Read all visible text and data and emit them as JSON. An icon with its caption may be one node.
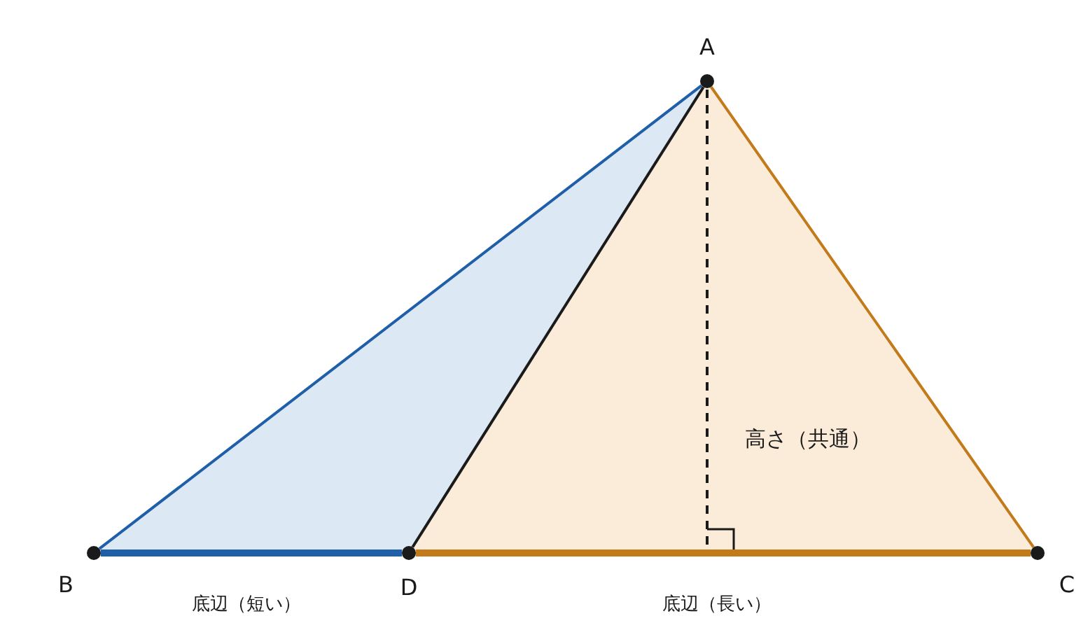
{
  "diagram": {
    "nodes": [
      {
        "text": [],
        "shape": "circle",
        "beside": [
          "A"
        ]
      },
      {
        "text": [],
        "shape": "circle",
        "beside": [
          "B"
        ]
      },
      {
        "text": [],
        "shape": "circle",
        "beside": [
          "D"
        ]
      },
      {
        "text": [],
        "shape": "circle",
        "beside": [
          "C"
        ]
      }
    ],
    "edges": [
      {
        "from": 0,
        "to": 1,
        "arrow": "none",
        "color": "#1f5fa8"
      },
      {
        "from": 0,
        "to": 2,
        "arrow": "none",
        "color": "#1a1a1a"
      },
      {
        "from": 0,
        "to": 3,
        "arrow": "none",
        "color": "#c27a1a"
      },
      {
        "from": 1,
        "to": 2,
        "arrow": "none",
        "style": "thick",
        "color": "#1f5fa8"
      },
      {
        "from": 2,
        "to": 3,
        "arrow": "none",
        "style": "thick",
        "color": "#c27a1a"
      }
    ],
    "labels": [
      "高さ（共通）",
      "底辺（短い）",
      "底辺（長い）"
    ]
  }
}
